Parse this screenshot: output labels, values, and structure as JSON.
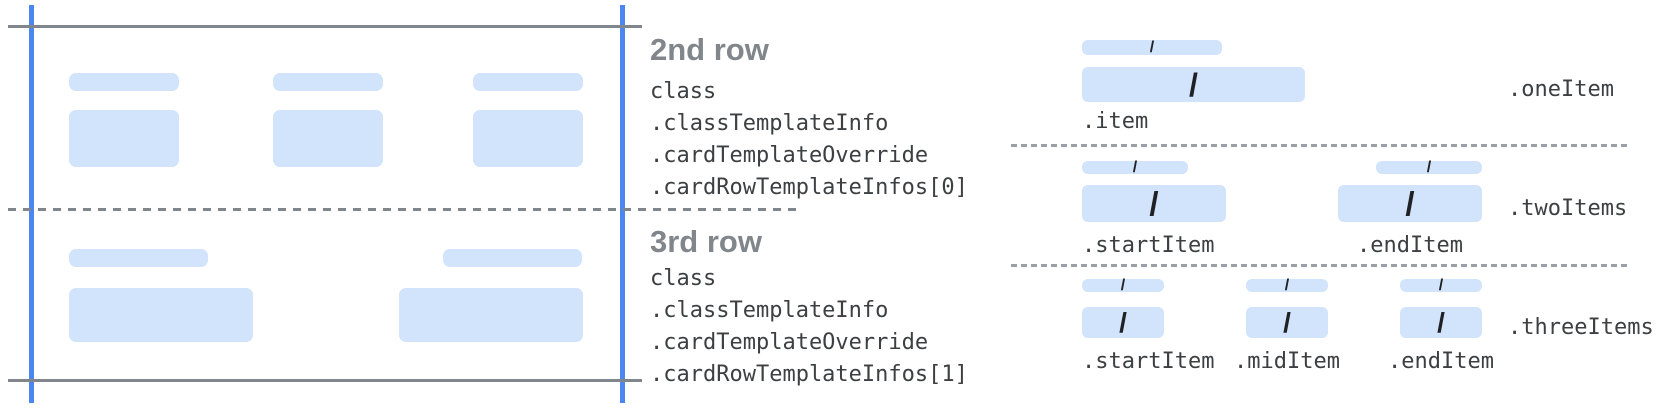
{
  "colors": {
    "wireframe_fill": "#D2E3FC",
    "guide_blue": "#4C86F0",
    "line_gray": "#80868B",
    "dotted_gray": "#9AA0A6",
    "heading_gray": "#80868B",
    "code_text": "#3C4043",
    "slash_ink": "#202124"
  },
  "glyphs": {
    "slash": "/"
  },
  "annotations": {
    "row2": {
      "heading": "2nd row",
      "code_lines": [
        "class",
        ".classTemplateInfo",
        ".cardTemplateOverride",
        ".cardRowTemplateInfos[0]"
      ]
    },
    "row3": {
      "heading": "3rd row",
      "code_lines": [
        "class",
        ".classTemplateInfo",
        ".cardTemplateOverride",
        ".cardRowTemplateInfos[1]"
      ]
    }
  },
  "templates": {
    "one_item": {
      "name": ".oneItem",
      "labels": {
        "item": ".item"
      }
    },
    "two_items": {
      "name": ".twoItems",
      "labels": {
        "start": ".startItem",
        "end": ".endItem"
      }
    },
    "three_items": {
      "name": ".threeItems",
      "labels": {
        "start": ".startItem",
        "mid": ".midItem",
        "end": ".endItem"
      }
    }
  }
}
